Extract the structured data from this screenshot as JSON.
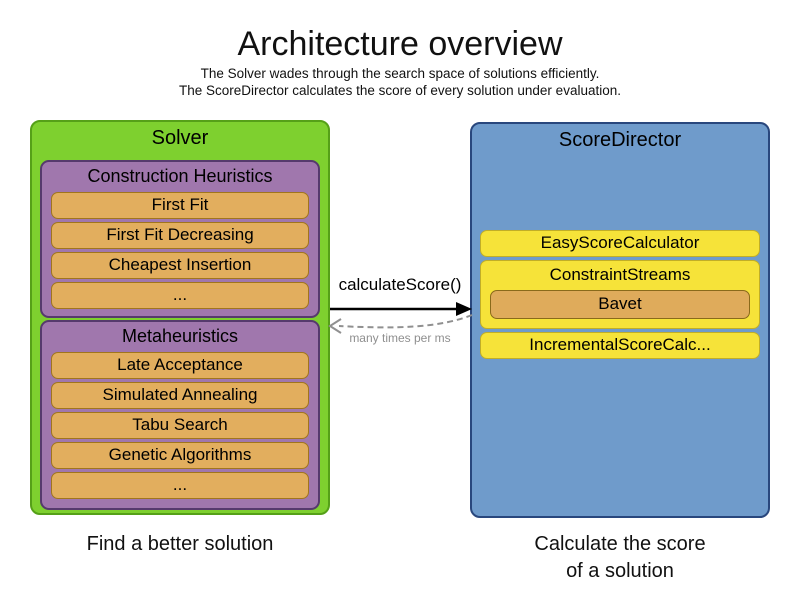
{
  "title": "Architecture overview",
  "subtitle_line1": "The Solver wades through the search space of solutions efficiently.",
  "subtitle_line2": "The ScoreDirector calculates the score of every solution under evaluation.",
  "solver": {
    "label": "Solver",
    "caption": "Find a better solution",
    "groups": [
      {
        "label": "Construction Heuristics",
        "items": [
          "First Fit",
          "First Fit Decreasing",
          "Cheapest Insertion",
          "..."
        ]
      },
      {
        "label": "Metaheuristics",
        "items": [
          "Late Acceptance",
          "Simulated Annealing",
          "Tabu Search",
          "Genetic Algorithms",
          "..."
        ]
      }
    ]
  },
  "score_director": {
    "label": "ScoreDirector",
    "caption_line1": "Calculate the score",
    "caption_line2": "of a solution",
    "calculators": [
      {
        "label": "EasyScoreCalculator"
      },
      {
        "label": "ConstraintStreams",
        "items": [
          "Bavet"
        ]
      },
      {
        "label": "IncrementalScoreCalc..."
      }
    ]
  },
  "arrow": {
    "label": "calculateScore()",
    "return_label": "many times per ms"
  },
  "colors": {
    "solver_fill": "#7ed02f",
    "solver_border": "#55a018",
    "group_fill": "#a077ad",
    "group_border": "#563a6d",
    "item_fill": "#e2ae5e",
    "item_border": "#a1761d",
    "director_fill": "#6f9bcb",
    "director_border": "#29477d",
    "calculator_fill": "#f6e339",
    "calculator_border": "#c1ae27",
    "bavet_fill": "#dfab5b",
    "call_arrow": "#000000",
    "return_arrow": "#909090"
  }
}
